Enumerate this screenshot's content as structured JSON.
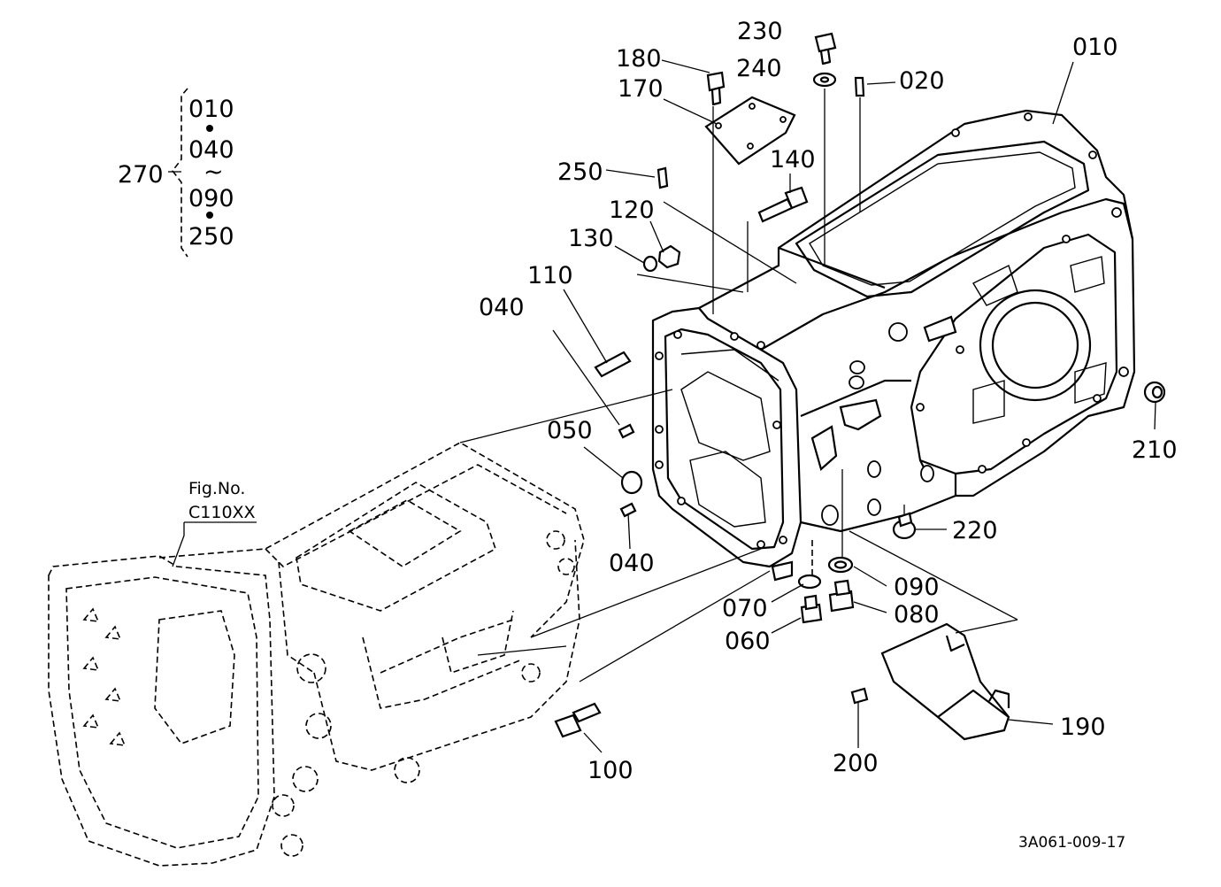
{
  "parts": {
    "p010": "010",
    "p020": "020",
    "p040a": "040",
    "p040b": "040",
    "p050": "050",
    "p060": "060",
    "p070": "070",
    "p080": "080",
    "p090": "090",
    "p100": "100",
    "p110": "110",
    "p120": "120",
    "p130": "130",
    "p140": "140",
    "p170": "170",
    "p180": "180",
    "p190": "190",
    "p200": "200",
    "p210": "210",
    "p220": "220",
    "p230": "230",
    "p240": "240",
    "p250": "250"
  },
  "kit": {
    "label": "270",
    "items": [
      "010",
      "040",
      "~",
      "090",
      "250"
    ]
  },
  "reference": {
    "fig_label": "Fig.No.",
    "fig_code": "C110XX"
  },
  "drawing_code": "3A061-009-17"
}
